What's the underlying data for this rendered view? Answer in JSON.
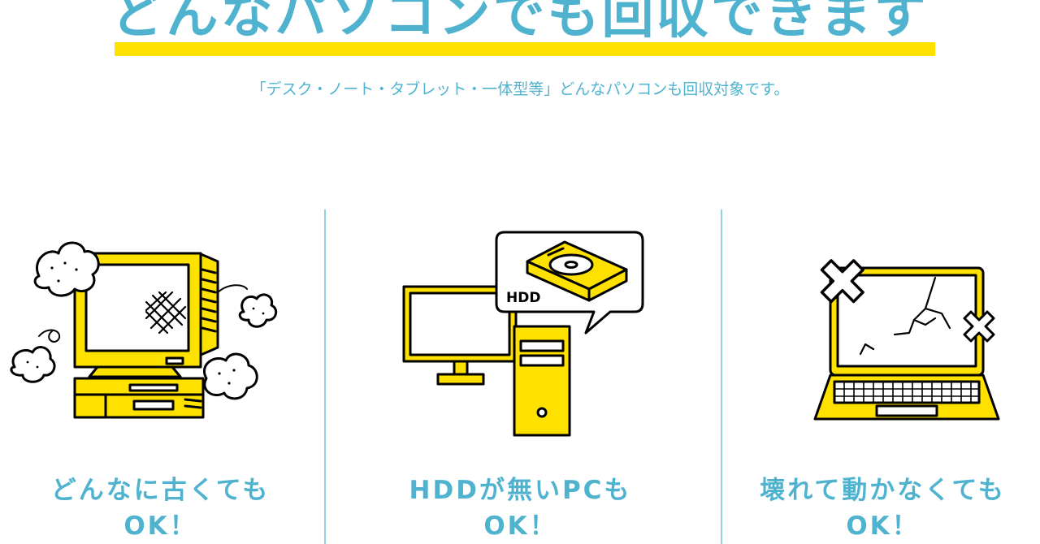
{
  "heading": {
    "title": "どんなパソコンでも回収できます",
    "subtitle": "「デスク・ノート・タブレット・一体型等」どんなパソコンも回収対象です。"
  },
  "colors": {
    "accent": "#4fb3cf",
    "highlight": "#ffe100",
    "line": "#000000",
    "divider": "#8fd0e2"
  },
  "features": [
    {
      "icon": "old-crt-computer-icon",
      "line1": "どんなに古くても",
      "line2": "OK！"
    },
    {
      "icon": "desktop-pc-hdd-icon",
      "label": "HDD",
      "line1": "HDDが無いPCも",
      "line2": "OK！"
    },
    {
      "icon": "broken-laptop-icon",
      "line1": "壊れて動かなくても",
      "line2": "OK！"
    }
  ]
}
